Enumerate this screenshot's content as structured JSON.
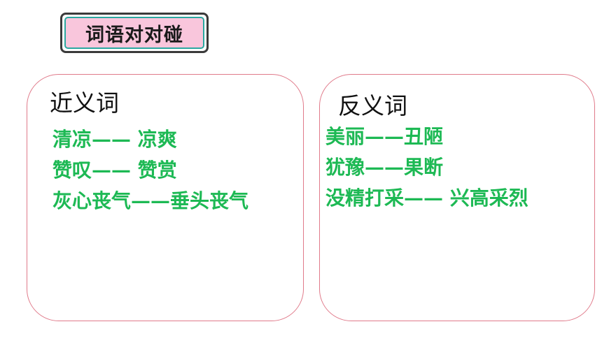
{
  "title": "词语对对碰",
  "synonyms": {
    "heading": "近义词",
    "lines": [
      "清凉—— 凉爽",
      "赞叹—— 赞赏",
      "灰心丧气——垂头丧气"
    ]
  },
  "antonyms": {
    "heading": "反义词",
    "lines": [
      "美丽——丑陋",
      "犹豫——果断",
      "没精打采—— 兴高采烈"
    ]
  },
  "colors": {
    "word_text": "#1db954",
    "badge_fill": "#f9c6dc",
    "badge_inner_border": "#2aa8a0",
    "panel_border": "#e07a8a"
  }
}
